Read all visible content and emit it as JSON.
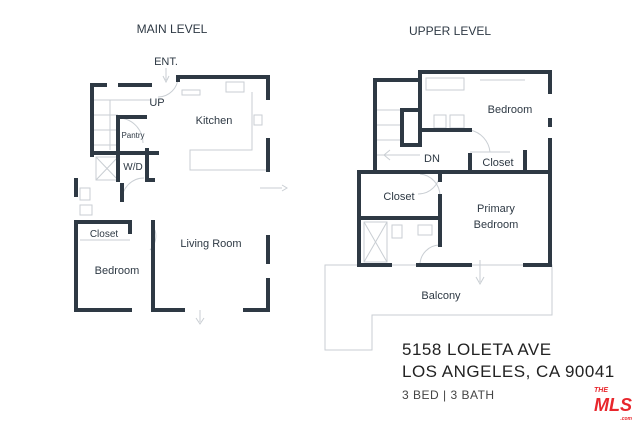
{
  "main_level": {
    "title": "MAIN LEVEL",
    "labels": {
      "entrance": "ENT.",
      "up": "UP",
      "kitchen": "Kitchen",
      "pantry": "Pantry",
      "laundry": "W/D",
      "closet": "Closet",
      "bedroom": "Bedroom",
      "living_room": "Living Room"
    }
  },
  "upper_level": {
    "title": "UPPER  LEVEL",
    "labels": {
      "bedroom": "Bedroom",
      "down": "DN",
      "closet_bedroom": "Closet",
      "closet_hall": "Closet",
      "primary_bedroom_1": "Primary",
      "primary_bedroom_2": "Bedroom",
      "balcony": "Balcony"
    }
  },
  "listing": {
    "street": "5158 LOLETA AVE",
    "city": "LOS ANGELES, CA 90041",
    "summary": "3 BED | 3 BATH"
  },
  "logo": {
    "top": "THE",
    "main": "MLS",
    "suffix": ".com"
  },
  "colors": {
    "wall": "#2e3944",
    "logo": "#e8262c"
  }
}
